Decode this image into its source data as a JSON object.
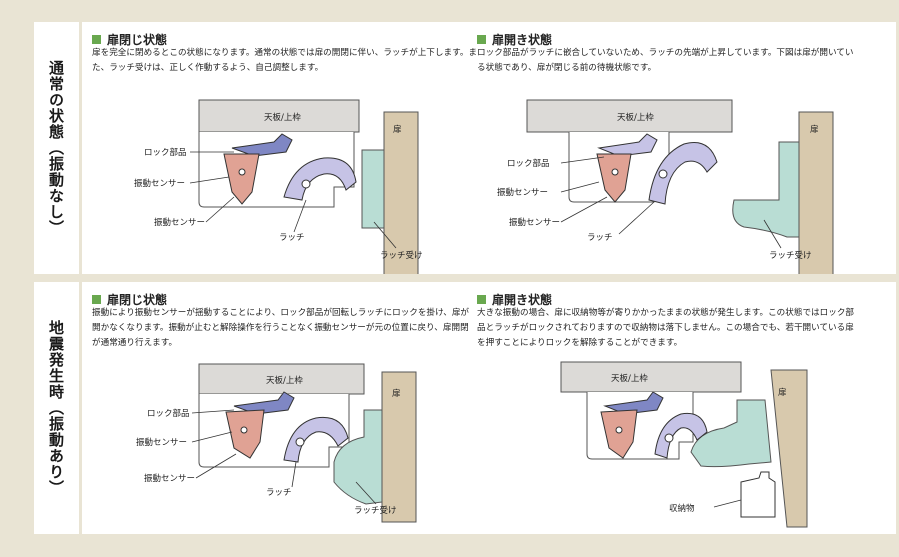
{
  "rows": {
    "normal": {
      "side_label": "通常の状態（振動なし）",
      "left": {
        "title": "扉閉じ状態",
        "desc": "扉を完全に閉めるとこの状態になります。通常の状態では扉の開閉に伴い、ラッチが上下します。また、ラッチ受けは、正しく作動するよう、自己調整します。",
        "frame": "天板/上枠",
        "door": "扉",
        "lock": "ロック部品",
        "sensor1": "振動センサー",
        "sensor2": "振動センサー",
        "latch": "ラッチ",
        "receiver": "ラッチ受け"
      },
      "right": {
        "title": "扉開き状態",
        "desc": "ロック部品がラッチに嵌合していないため、ラッチの先端が上昇しています。下図は扉が開いている状態であり、扉が閉じる前の待機状態です。",
        "frame": "天板/上枠",
        "door": "扉",
        "lock": "ロック部品",
        "sensor1": "振動センサー",
        "sensor2": "振動センサー",
        "latch": "ラッチ",
        "receiver": "ラッチ受け"
      }
    },
    "quake": {
      "side_label": "地震発生時（振動あり）",
      "left": {
        "title": "扉閉じ状態",
        "desc": "振動により振動センサーが揺動することにより、ロック部品が回転しラッチにロックを掛け、扉が開かなくなります。振動が止むと解除操作を行うことなく振動センサーが元の位置に戻り、扉開閉が通常通り行えます。",
        "frame": "天板/上枠",
        "door": "扉",
        "lock": "ロック部品",
        "sensor1": "振動センサー",
        "sensor2": "振動センサー",
        "latch": "ラッチ",
        "receiver": "ラッチ受け"
      },
      "right": {
        "title": "扉開き状態",
        "desc": "大きな振動の場合、扉に収納物等が寄りかかったままの状態が発生します。この状態ではロック部品とラッチがロックされておりますので収納物は落下しません。この場合でも、若干開いている扉を押すことによりロックを解除することができます。",
        "frame": "天板/上枠",
        "door": "扉",
        "item": "収納物"
      }
    }
  },
  "colors": {
    "background": "#e9e4d4",
    "heading_square": "#69a84f",
    "frame": "#dcdad7",
    "door": "#d8c9ad",
    "lock": "#7f87c4",
    "sensor": "#e0a294",
    "latch": "#c6c3e6",
    "receiver": "#b9ddd4"
  }
}
